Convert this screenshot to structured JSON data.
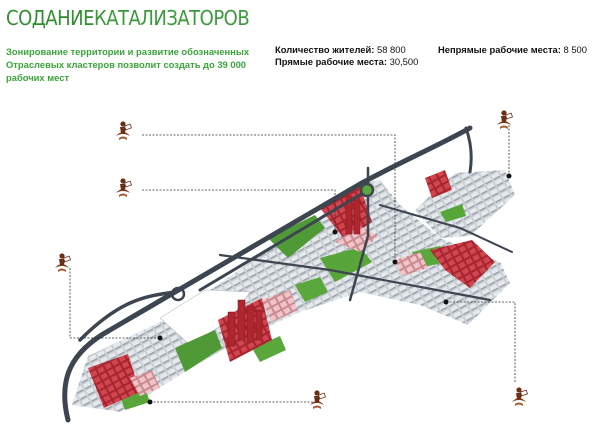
{
  "title": {
    "part1": "СОДАНИЕ",
    "part2": "КАТАЛИЗАТОРОВ"
  },
  "lead": {
    "line1": "Зонирование территории и развитие обозначенных",
    "line2": "Отраслевых кластеров позволит создать до 39 000",
    "line3": "рабочих мест"
  },
  "stats": {
    "residents_label": "Количество жителей:",
    "residents_value": "58 800",
    "direct_jobs_label": "Прямые рабочие места:",
    "direct_jobs_value": "30,500",
    "indirect_jobs_label": "Непрямые рабочие места:",
    "indirect_jobs_value": "8 500"
  },
  "colors": {
    "accent_green": "#2f8f2f",
    "park_green": "#4f9a36",
    "cluster_red": "#c2303a",
    "road_dark": "#3c4550",
    "icon_brown": "#7a3a1c"
  },
  "icons": [
    "worker-icon"
  ]
}
